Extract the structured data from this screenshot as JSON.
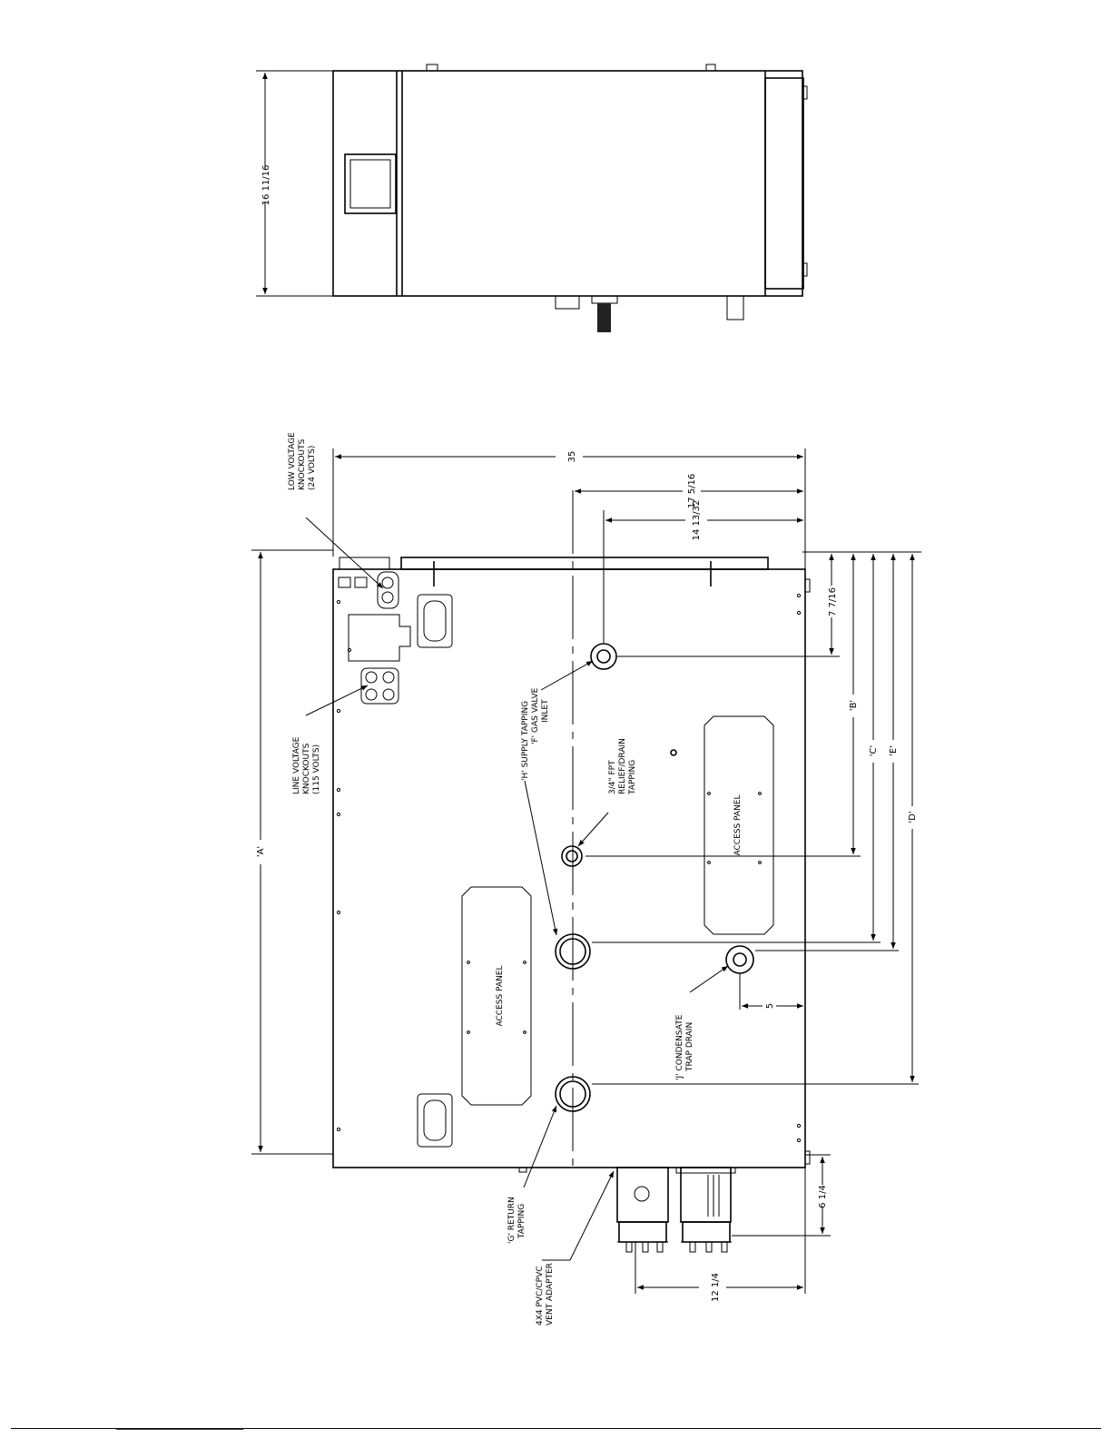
{
  "top_view": {
    "dim_height": "16 11/16"
  },
  "side_view": {
    "dims": {
      "overall_width": "35",
      "d_17_5_16": "17 5/16",
      "d_14_13_32": "14 13/32",
      "d_7_7_16": "7 7/16",
      "B": "'B'",
      "C": "'C'",
      "E": "'E'",
      "D": "'D'",
      "A": "'A'",
      "d_5": "5",
      "d_6_1_4": "6 1/4",
      "d_12_1_4": "12 1/4"
    },
    "callouts": {
      "low_voltage": [
        "LOW VOLTAGE",
        "KNOCKOUTS",
        "(24 VOLTS)"
      ],
      "line_voltage": [
        "LINE VOLTAGE",
        "KNOCKOUTS",
        "(115 VOLTS)"
      ],
      "supply_gas": [
        "'H' SUPPLY TAPPING",
        "'F' GAS VALVE",
        "INLET"
      ],
      "relief_drain": [
        "3/4\" FPT",
        "RELIEF/DRAIN",
        "TAPPING"
      ],
      "condensate": [
        "'J' CONDENSATE",
        "TRAP DRAIN"
      ],
      "return": [
        "'G' RETURN",
        "TAPPING"
      ],
      "vent": [
        "4X4 PVC/CPVC",
        "VENT ADAPTER"
      ]
    },
    "panels": {
      "left": "ACCESS PANEL",
      "right": "ACCESS PANEL"
    }
  },
  "colors": {
    "line": "#000000",
    "link": "#2b3fd6"
  }
}
